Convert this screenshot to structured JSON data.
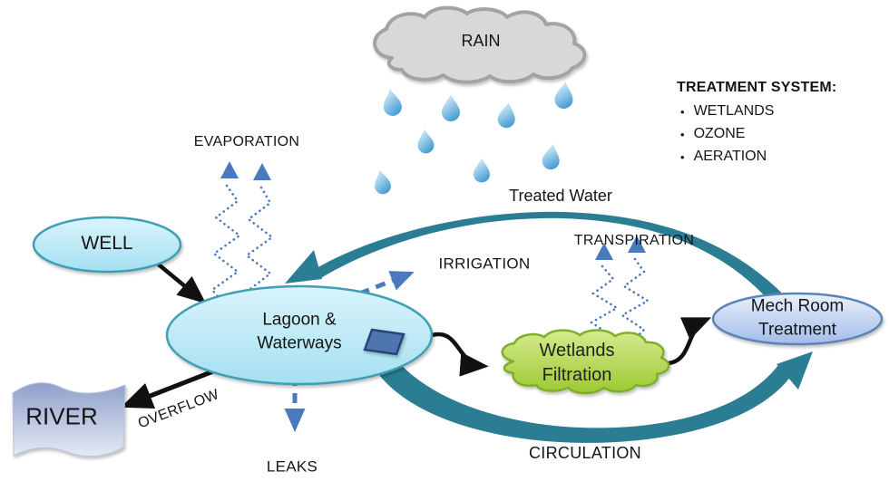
{
  "nodes": {
    "rain": {
      "label": "RAIN"
    },
    "well": {
      "label": "WELL"
    },
    "river": {
      "label": "RIVER"
    },
    "lagoon": {
      "line1": "Lagoon &",
      "line2": "Waterways"
    },
    "wetlands": {
      "line1": "Wetlands",
      "line2": "Filtration"
    },
    "mech_room": {
      "line1": "Mech Room",
      "line2": "Treatment"
    }
  },
  "flow_labels": {
    "evaporation": "EVAPORATION",
    "transpiration": "TRANSPIRATION",
    "irrigation": "IRRIGATION",
    "treated_water": "Treated Water",
    "circulation": "CIRCULATION",
    "overflow": "OVERFLOW",
    "leaks": "LEAKS"
  },
  "treatment_system": {
    "title": "TREATMENT SYSTEM:",
    "bullet": "•",
    "items": [
      "WETLANDS",
      "OZONE",
      "AERATION"
    ]
  },
  "colors": {
    "teal_flow": "#2a7d92",
    "blue_arrow": "#4a79bd",
    "cloud_gray": "#d8d8d8",
    "cloud_border": "#a3a3a3",
    "lagoon_fill": "#c9eef9",
    "lagoon_border": "#3f9fb5",
    "wetlands_fill": "#aed43f",
    "wetlands_border": "#7fae2a",
    "mech_fill": "#c3d6f2",
    "mech_border": "#5b83b8",
    "river_fill": "#8fa3d0",
    "raindrop_blue": "#5aa7d8",
    "text": "#151515"
  }
}
